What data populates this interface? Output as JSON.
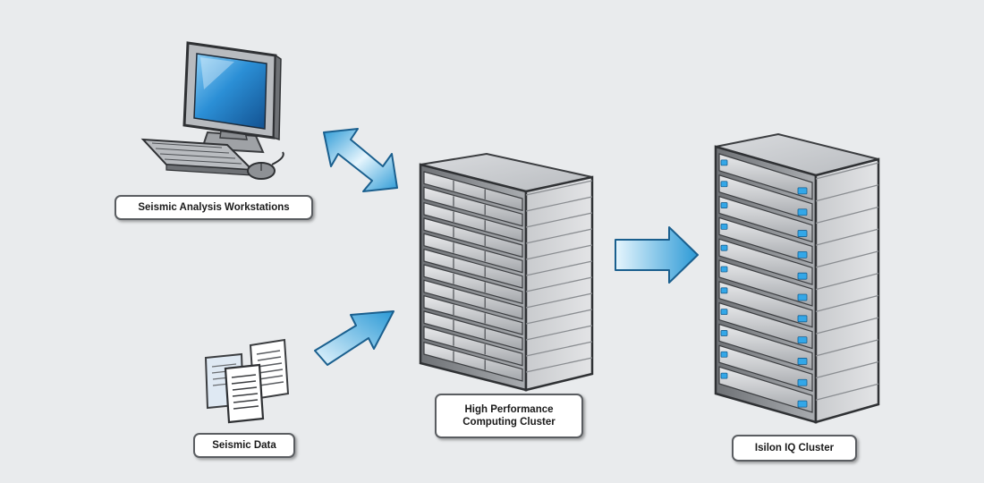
{
  "nodes": {
    "workstation": {
      "label": "Seismic Analysis Workstations"
    },
    "data": {
      "label": "Seismic Data"
    },
    "hpc": {
      "label_line1": "High Performance",
      "label_line2": "Computing Cluster"
    },
    "isilon": {
      "label": "Isilon IQ Cluster"
    }
  },
  "colors": {
    "background": "#e9ebed",
    "arrow_light": "#e6f5fd",
    "arrow_dark": "#2c9ad6",
    "arrow_stroke": "#1a5f8e",
    "screen": "#2b8fd6",
    "server_body": "#9a9da1",
    "led": "#33a7e8"
  },
  "edges": [
    {
      "from": "workstation",
      "to": "hpc",
      "direction": "bidirectional"
    },
    {
      "from": "data",
      "to": "hpc",
      "direction": "forward"
    },
    {
      "from": "hpc",
      "to": "isilon",
      "direction": "forward"
    }
  ]
}
